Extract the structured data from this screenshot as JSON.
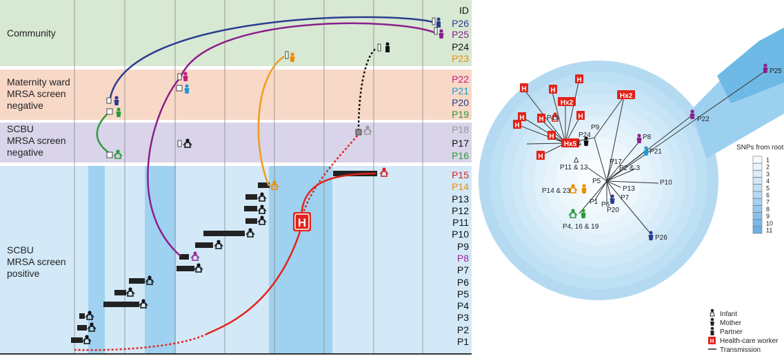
{
  "left_panel": {
    "id_header": "ID",
    "bands": [
      {
        "key": "community",
        "label": [
          "Community"
        ],
        "color": "#d7e8d3"
      },
      {
        "key": "maternity",
        "label": [
          "Maternity ward",
          "MRSA screen",
          "negative"
        ],
        "color": "#f8d8c7"
      },
      {
        "key": "scbu_neg",
        "label": [
          "SCBU",
          "MRSA screen",
          "negative"
        ],
        "color": "#d9d4e9"
      },
      {
        "key": "scbu_pos",
        "label": [
          "SCBU",
          "MRSA screen",
          "positive"
        ],
        "color": "#d3e9f7"
      }
    ],
    "ids": [
      {
        "label": "P26",
        "color": "#2a3d8f"
      },
      {
        "label": "P25",
        "color": "#8b1e8b"
      },
      {
        "label": "P24",
        "color": "#111111"
      },
      {
        "label": "P23",
        "color": "#f08c00"
      },
      {
        "label": "P22",
        "color": "#c8197c"
      },
      {
        "label": "P21",
        "color": "#1e9bd2"
      },
      {
        "label": "P20",
        "color": "#2a3d8f"
      },
      {
        "label": "P19",
        "color": "#2a9a3a"
      },
      {
        "label": "P18",
        "color": "#999999"
      },
      {
        "label": "P17",
        "color": "#111111"
      },
      {
        "label": "P16",
        "color": "#2a9a3a"
      },
      {
        "label": "P15",
        "color": "#d61e1e"
      },
      {
        "label": "P14",
        "color": "#f08c00"
      },
      {
        "label": "P13",
        "color": "#111111"
      },
      {
        "label": "P12",
        "color": "#111111"
      },
      {
        "label": "P11",
        "color": "#111111"
      },
      {
        "label": "P10",
        "color": "#111111"
      },
      {
        "label": "P9",
        "color": "#111111"
      },
      {
        "label": "P8",
        "color": "#9b2a9b"
      },
      {
        "label": "P7",
        "color": "#111111"
      },
      {
        "label": "P6",
        "color": "#111111"
      },
      {
        "label": "P5",
        "color": "#111111"
      },
      {
        "label": "P4",
        "color": "#111111"
      },
      {
        "label": "P3",
        "color": "#111111"
      },
      {
        "label": "P2",
        "color": "#111111"
      },
      {
        "label": "P1",
        "color": "#111111"
      }
    ],
    "hcw_label": "H"
  },
  "tree": {
    "nodes": [
      {
        "label": "P25"
      },
      {
        "label": "P22"
      },
      {
        "label": "P24"
      },
      {
        "label": "P9"
      },
      {
        "label": "P15"
      },
      {
        "label": "P8"
      },
      {
        "label": "P21"
      },
      {
        "label": "P11 & 12"
      },
      {
        "label": "P17"
      },
      {
        "label": "P2 & 3"
      },
      {
        "label": "P5"
      },
      {
        "label": "P10"
      },
      {
        "label": "P13"
      },
      {
        "label": "P14 & 23"
      },
      {
        "label": "P1"
      },
      {
        "label": "P6"
      },
      {
        "label": "P7"
      },
      {
        "label": "P20"
      },
      {
        "label": "P4, 16 & 19"
      },
      {
        "label": "P26"
      }
    ],
    "hcw_badges": [
      {
        "label": "H"
      },
      {
        "label": "H"
      },
      {
        "label": "H"
      },
      {
        "label": "Hx2"
      },
      {
        "label": "Hx2"
      },
      {
        "label": "H"
      },
      {
        "label": "H"
      },
      {
        "label": "H"
      },
      {
        "label": "H"
      },
      {
        "label": "H"
      },
      {
        "label": "Hx5"
      },
      {
        "label": "H"
      }
    ],
    "amp": "&",
    "delta": "Δ"
  },
  "snp_legend": {
    "title": "SNPs from root",
    "levels": [
      "1",
      "2",
      "3",
      "4",
      "5",
      "6",
      "7",
      "8",
      "9",
      "10",
      "11"
    ],
    "colors": [
      "#f4fafe",
      "#e8f4fc",
      "#dcedf9",
      "#cfe6f7",
      "#c2dff4",
      "#b4d8f2",
      "#a6d0f0",
      "#98c8ed",
      "#89c0eb",
      "#7ab8e8",
      "#6cb0e6"
    ]
  },
  "symbol_legend": {
    "items": [
      "Infant",
      "Mother",
      "Partner",
      "Health-care worker",
      "Transmission"
    ]
  },
  "colors": {
    "hcw_red": "#e2231a",
    "link_navy": "#2a3d8f",
    "link_purple": "#8b1e8b",
    "link_orange": "#f39a1c",
    "link_green": "#2a9a3a",
    "link_red": "#e2231a"
  }
}
